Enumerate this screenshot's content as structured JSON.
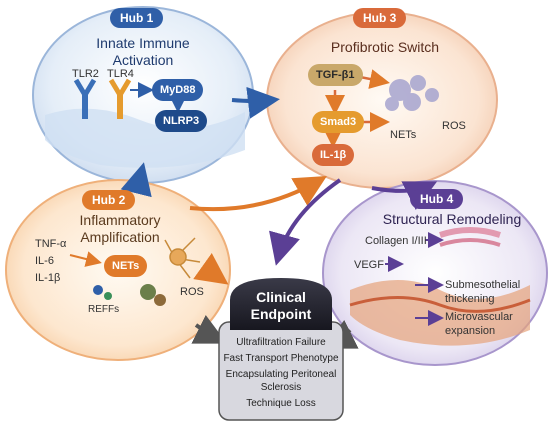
{
  "hub1": {
    "badge": "Hub 1",
    "title_line1": "Innate Immune",
    "title_line2": "Activation",
    "tlr2": "TLR2",
    "tlr4": "TLR4",
    "myd88": "MyD88",
    "nlrp3": "NLRP3"
  },
  "hub2": {
    "badge": "Hub 2",
    "title_line1": "Inflammatory",
    "title_line2": "Amplification",
    "tnf": "TNF-α",
    "il6": "IL-6",
    "il1b": "IL-1β",
    "nets": "NETs",
    "ros": "ROS",
    "refs": "REFFs"
  },
  "hub3": {
    "badge": "Hub 3",
    "title": "Profibrotic Switch",
    "tgfb1": "TGF-β1",
    "smad3": "Smad3",
    "il1b": "IL-1β",
    "nets": "NETs",
    "ros": "ROS"
  },
  "hub4": {
    "badge": "Hub 4",
    "title": "Structural Remodeling",
    "collagen": "Collagen I/III",
    "vegf": "VEGF",
    "submeso1": "Submesothelial",
    "submeso2": "thickening",
    "micro1": "Microvascular",
    "micro2": "expansion"
  },
  "endpoint": {
    "title_line1": "Clinical",
    "title_line2": "Endpoint",
    "items": [
      "Ultrafiltration Failure",
      "Fast Transport Phenotype",
      "Encapsulating Peritoneal",
      "Sclerosis",
      "Technique Loss"
    ]
  },
  "colors": {
    "hub1": "#2f5fa8",
    "hub2": "#e07a2a",
    "hub3": "#d96a3a",
    "hub4": "#5b3f95",
    "endpoint_dark": "#1f1f2a",
    "endpoint_box": "#d8d8df"
  }
}
